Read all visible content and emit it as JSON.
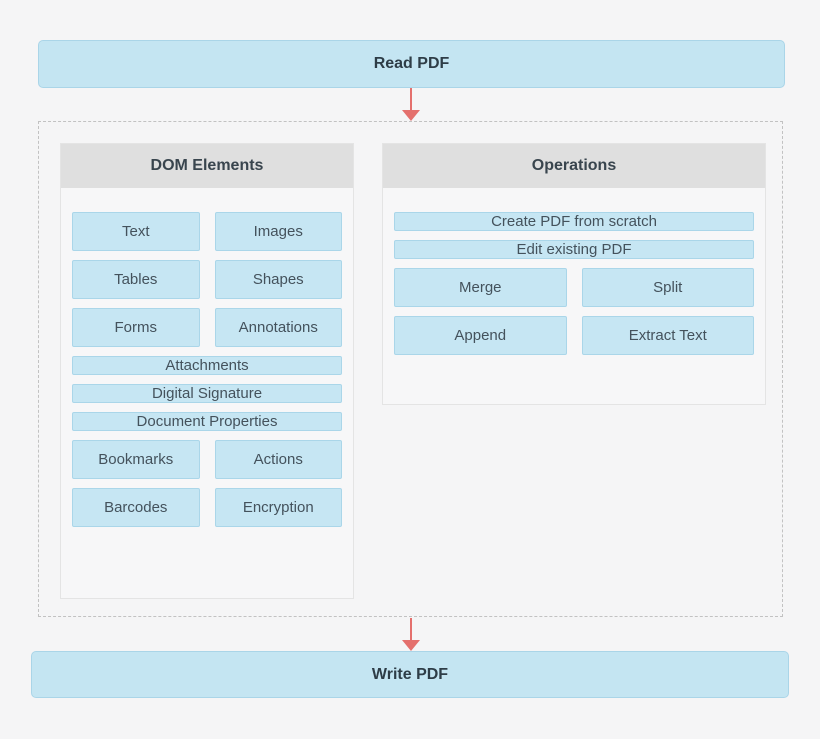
{
  "diagram": {
    "read_banner": "Read PDF",
    "write_banner": "Write PDF",
    "dom_panel": {
      "title": "DOM Elements",
      "buttons": [
        "Text",
        "Images",
        "Tables",
        "Shapes",
        "Forms",
        "Annotations",
        "Attachments",
        "Digital Signature",
        "Document Properties",
        "Bookmarks",
        "Actions",
        "Barcodes",
        "Encryption"
      ]
    },
    "operations_panel": {
      "title": "Operations",
      "buttons": [
        "Create PDF from scratch",
        "Edit existing PDF",
        "Merge",
        "Split",
        "Append",
        "Extract Text"
      ]
    },
    "colors": {
      "page_background": "#f5f5f6",
      "box_fill": "#c6e6f3",
      "box_border": "#aad6e9",
      "banner_fill": "#c4e5f2",
      "header_fill": "#dfdfdf",
      "text_dark": "#3a4750",
      "arrow_red": "#e4706d",
      "dashed_border": "#c2c2c2"
    }
  }
}
